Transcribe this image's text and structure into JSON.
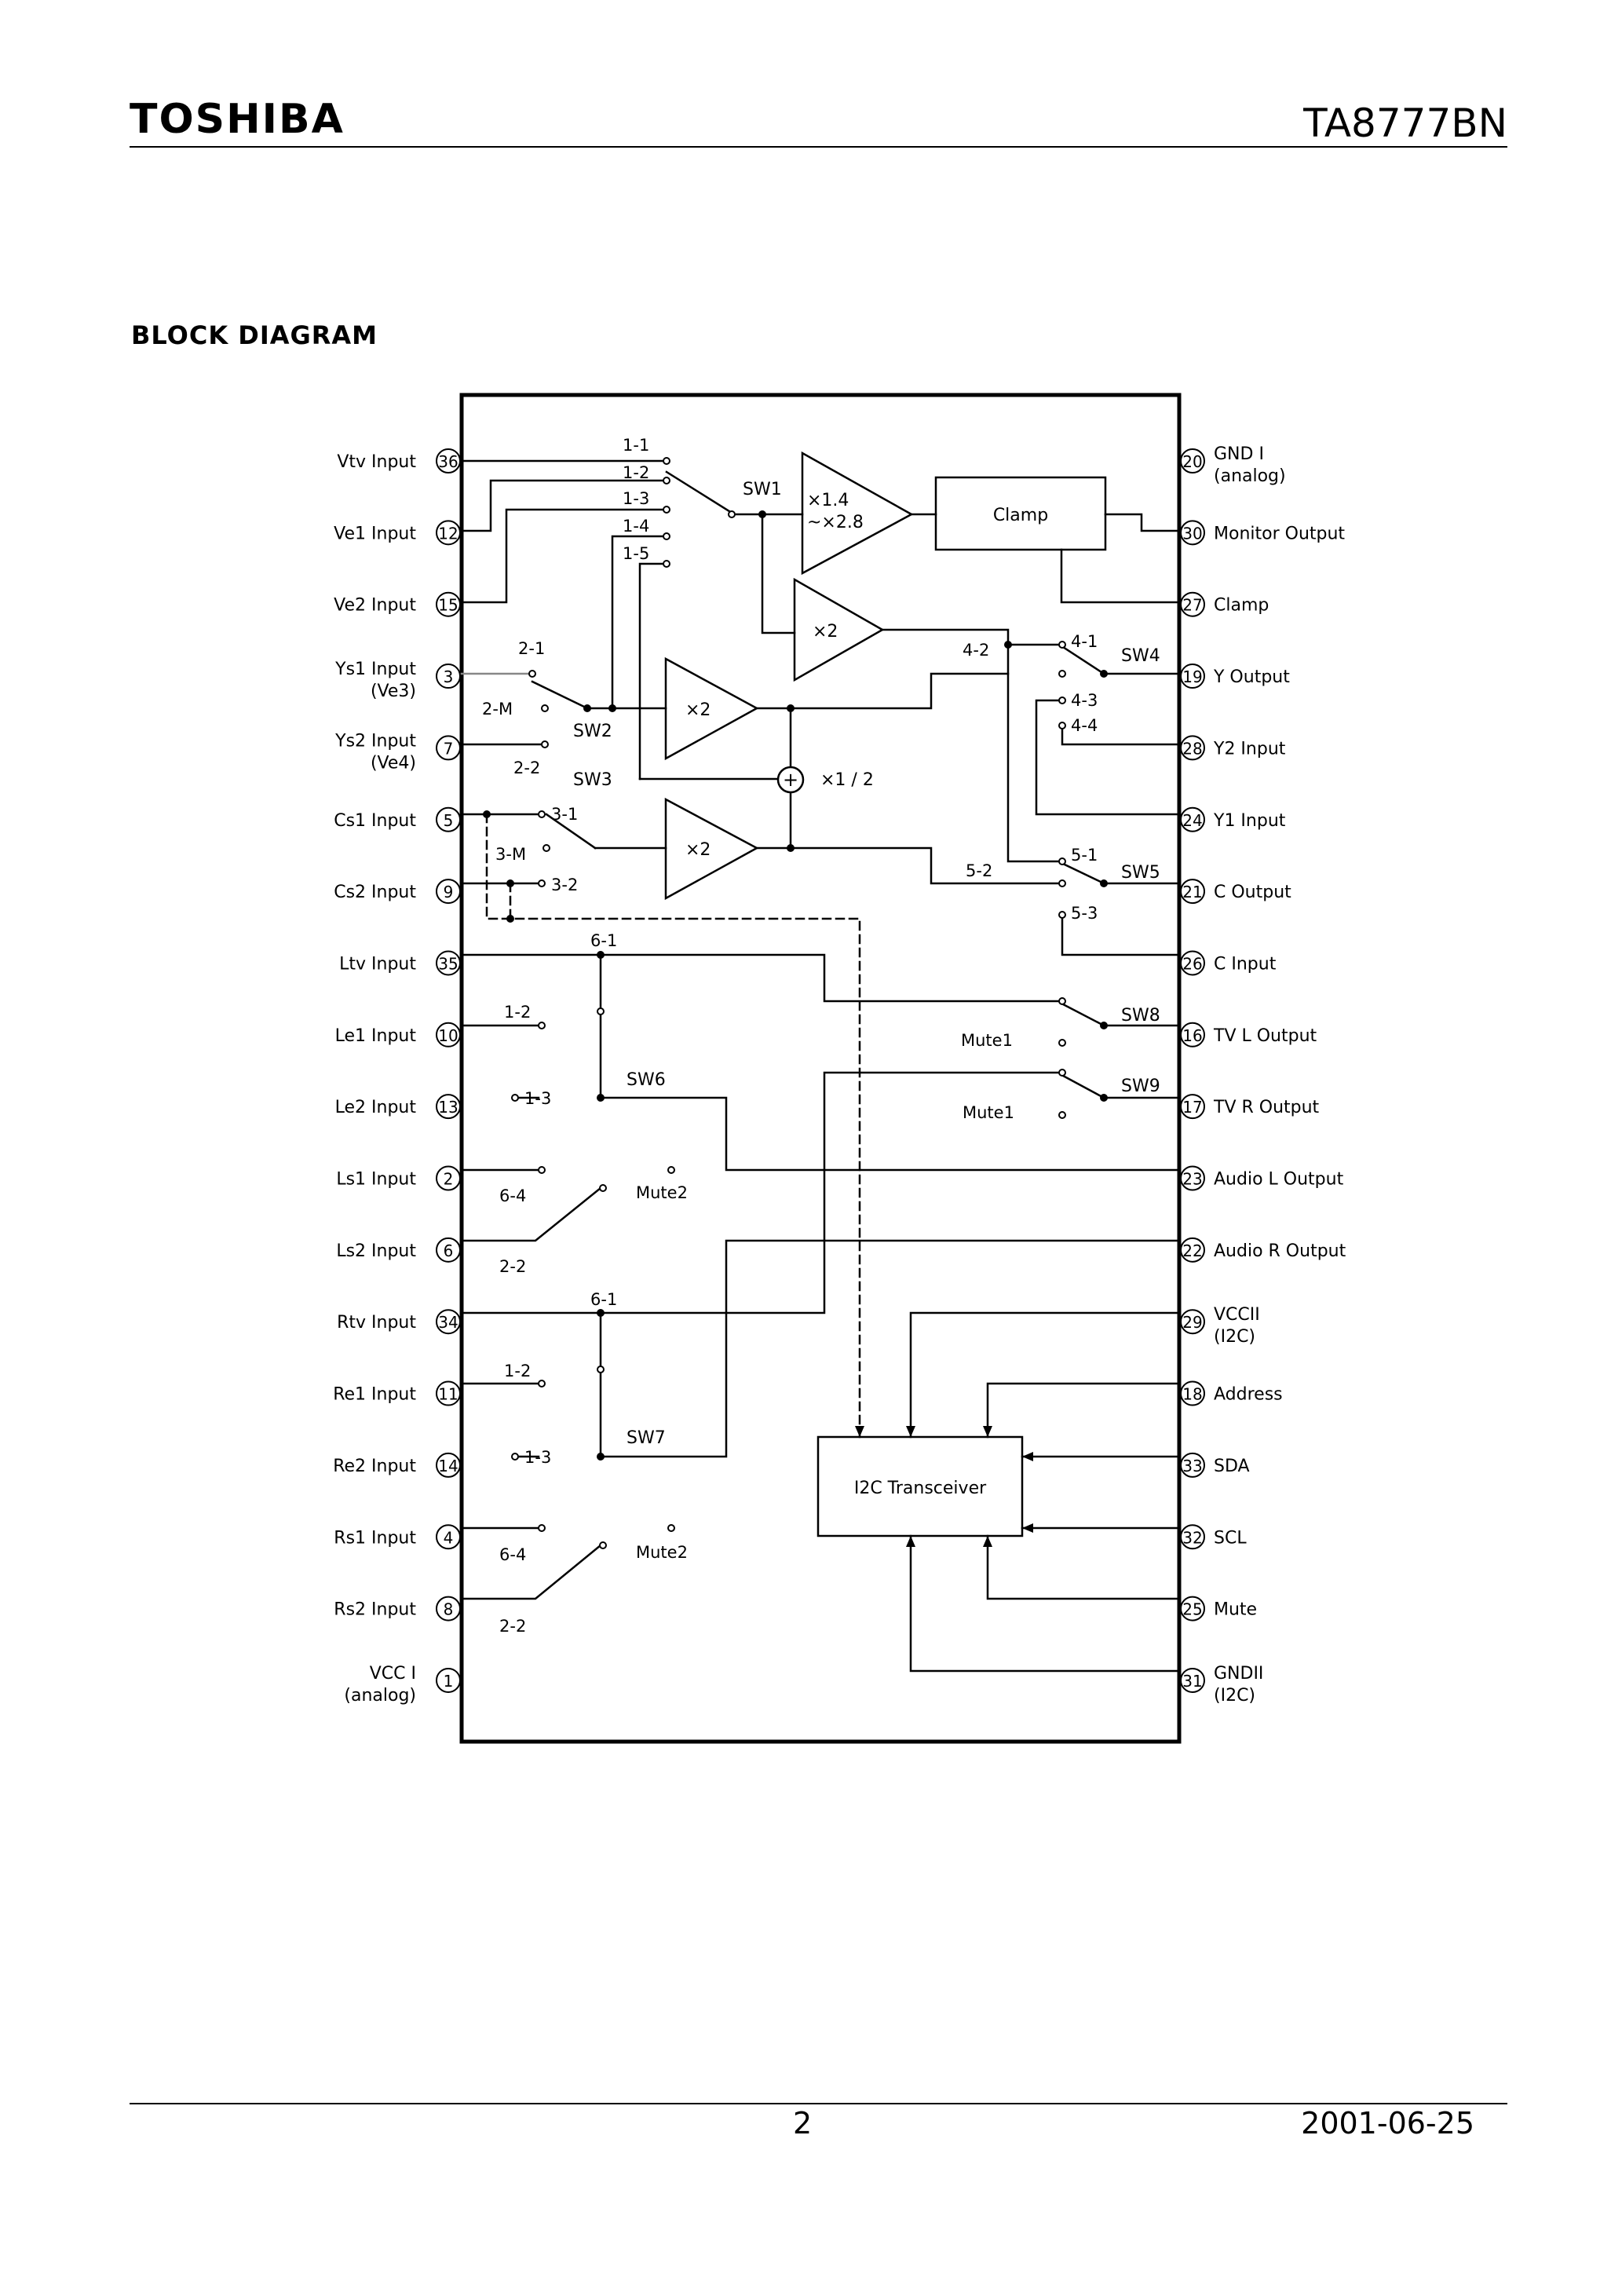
{
  "header": {
    "brand": "TOSHIBA",
    "part_number": "TA8777BN"
  },
  "section_title": "BLOCK DIAGRAM",
  "left_pins": [
    {
      "num": "36",
      "name": "Vtv Input"
    },
    {
      "num": "12",
      "name": "Ve1 Input"
    },
    {
      "num": "15",
      "name": "Ve2 Input"
    },
    {
      "num": "3",
      "name": "Ys1 Input",
      "sub": "(Ve3)"
    },
    {
      "num": "7",
      "name": "Ys2 Input",
      "sub": "(Ve4)"
    },
    {
      "num": "5",
      "name": "Cs1 Input"
    },
    {
      "num": "9",
      "name": "Cs2 Input"
    },
    {
      "num": "35",
      "name": "Ltv Input"
    },
    {
      "num": "10",
      "name": "Le1 Input"
    },
    {
      "num": "13",
      "name": "Le2 Input"
    },
    {
      "num": "2",
      "name": "Ls1 Input"
    },
    {
      "num": "6",
      "name": "Ls2 Input"
    },
    {
      "num": "34",
      "name": "Rtv Input"
    },
    {
      "num": "11",
      "name": "Re1 Input"
    },
    {
      "num": "14",
      "name": "Re2 Input"
    },
    {
      "num": "4",
      "name": "Rs1 Input"
    },
    {
      "num": "8",
      "name": "Rs2 Input"
    },
    {
      "num": "1",
      "name": "VCC I",
      "sub": "(analog)"
    }
  ],
  "right_pins": [
    {
      "num": "20",
      "name": "GND I",
      "sub": "(analog)"
    },
    {
      "num": "30",
      "name": "Monitor Output"
    },
    {
      "num": "27",
      "name": "Clamp"
    },
    {
      "num": "19",
      "name": "Y Output"
    },
    {
      "num": "28",
      "name": "Y2 Input"
    },
    {
      "num": "24",
      "name": "Y1 Input"
    },
    {
      "num": "21",
      "name": "C Output"
    },
    {
      "num": "26",
      "name": "C Input"
    },
    {
      "num": "16",
      "name": "TV L Output"
    },
    {
      "num": "17",
      "name": "TV R Output"
    },
    {
      "num": "23",
      "name": "Audio L Output"
    },
    {
      "num": "22",
      "name": "Audio R Output"
    },
    {
      "num": "29",
      "name": "VCCII",
      "sub": "(I2C)"
    },
    {
      "num": "18",
      "name": "Address"
    },
    {
      "num": "33",
      "name": "SDA"
    },
    {
      "num": "32",
      "name": "SCL"
    },
    {
      "num": "25",
      "name": "Mute"
    },
    {
      "num": "31",
      "name": "GNDII",
      "sub": "(I2C)"
    }
  ],
  "blocks": {
    "amp1_line1": "×1.4",
    "amp1_line2": "~×2.8",
    "amp_x2": "×2",
    "clamp": "Clamp",
    "half": "×1 / 2",
    "transceiver": "I2C Transceiver"
  },
  "switches": {
    "sw1": "SW1",
    "sw2": "SW2",
    "sw3": "SW3",
    "sw4": "SW4",
    "sw5": "SW5",
    "sw6": "SW6",
    "sw7": "SW7",
    "sw8": "SW8",
    "sw9": "SW9"
  },
  "contacts": {
    "c1_1": "1-1",
    "c1_2": "1-2",
    "c1_3": "1-3",
    "c1_4": "1-4",
    "c1_5": "1-5",
    "c2_1": "2-1",
    "c2_m": "2-M",
    "c2_2": "2-2",
    "c3_1": "3-1",
    "c3_m": "3-M",
    "c3_2": "3-2",
    "c4_1": "4-1",
    "c4_2": "4-2",
    "c4_3": "4-3",
    "c4_4": "4-4",
    "c5_1": "5-1",
    "c5_2": "5-2",
    "c5_3": "5-3",
    "l6_1": "6-1",
    "l1_2": "1-2",
    "l1_3": "1-3",
    "l6_4": "6-4",
    "l2_2": "2-2",
    "r6_1": "6-1",
    "r1_2": "1-2",
    "r1_3": "1-3",
    "r6_4": "6-4",
    "r2_2": "2-2",
    "mute1_a": "Mute1",
    "mute1_b": "Mute1",
    "mute2_a": "Mute2",
    "mute2_b": "Mute2"
  },
  "footer": {
    "page": "2",
    "date": "2001-06-25"
  }
}
